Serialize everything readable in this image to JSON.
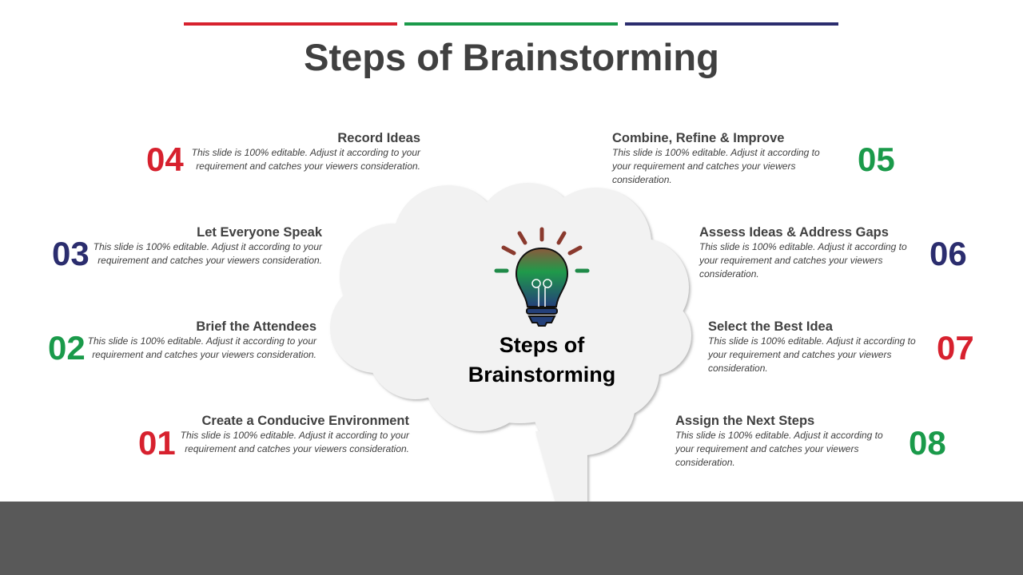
{
  "title": "Steps of Brainstorming",
  "center_title_line1": "Steps of",
  "center_title_line2": "Brainstorming",
  "colors": {
    "red": "#d7212e",
    "green": "#1a9a4a",
    "navy": "#2b2d6e",
    "text": "#404040",
    "brain": "#f2f2f2",
    "footer": "#595959"
  },
  "icon": "lightbulb-icon",
  "steps": [
    {
      "num": "01",
      "title": "Create a Conducive Environment",
      "desc": "This slide is 100% editable. Adjust it according to your requirement and catches your viewers consideration."
    },
    {
      "num": "02",
      "title": "Brief the Attendees",
      "desc": "This slide is 100% editable. Adjust it according to your requirement and catches your viewers consideration."
    },
    {
      "num": "03",
      "title": "Let Everyone Speak",
      "desc": "This slide is 100% editable. Adjust it according to your requirement and catches your viewers consideration."
    },
    {
      "num": "04",
      "title": "Record Ideas",
      "desc": "This slide is 100% editable. Adjust it according to your requirement and catches your viewers consideration."
    },
    {
      "num": "05",
      "title": "Combine, Refine & Improve",
      "desc": "This slide is 100% editable. Adjust it according to your requirement and catches your viewers consideration."
    },
    {
      "num": "06",
      "title": "Assess Ideas & Address Gaps",
      "desc": "This slide is 100% editable. Adjust it according to your requirement and catches your viewers consideration."
    },
    {
      "num": "07",
      "title": "Select the Best Idea",
      "desc": "This slide is 100% editable. Adjust it according to your requirement and catches your viewers consideration."
    },
    {
      "num": "08",
      "title": "Assign the Next Steps",
      "desc": "This slide is 100% editable. Adjust it according to your requirement and catches your viewers consideration."
    }
  ]
}
